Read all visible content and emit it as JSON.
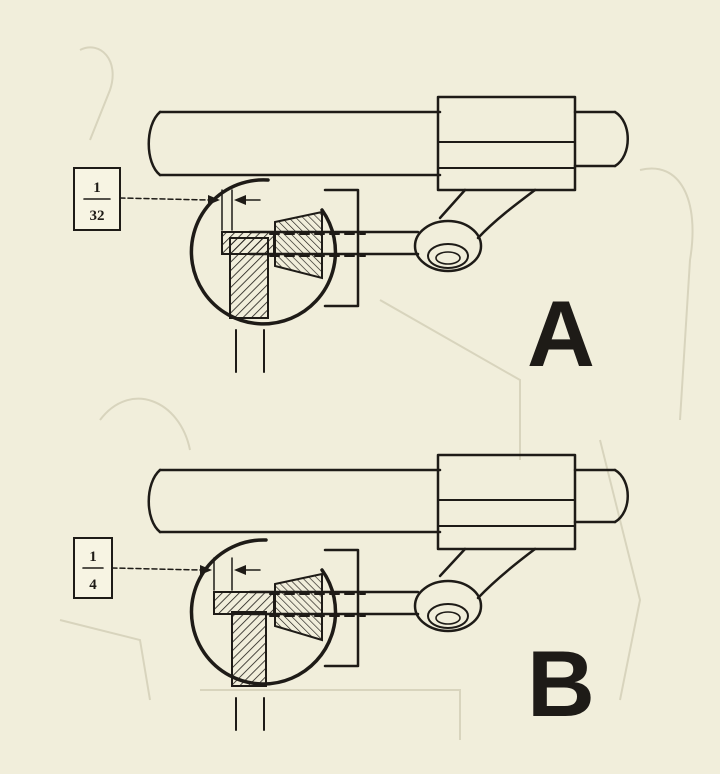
{
  "colors": {
    "background": "#f1eedb",
    "ink": "#1e1b17",
    "ghost": "#d8d4bd"
  },
  "panels": [
    {
      "letter": "A",
      "clearance": {
        "numerator": "1",
        "denominator": "32"
      }
    },
    {
      "letter": "B",
      "clearance": {
        "numerator": "1",
        "denominator": "4"
      }
    }
  ]
}
